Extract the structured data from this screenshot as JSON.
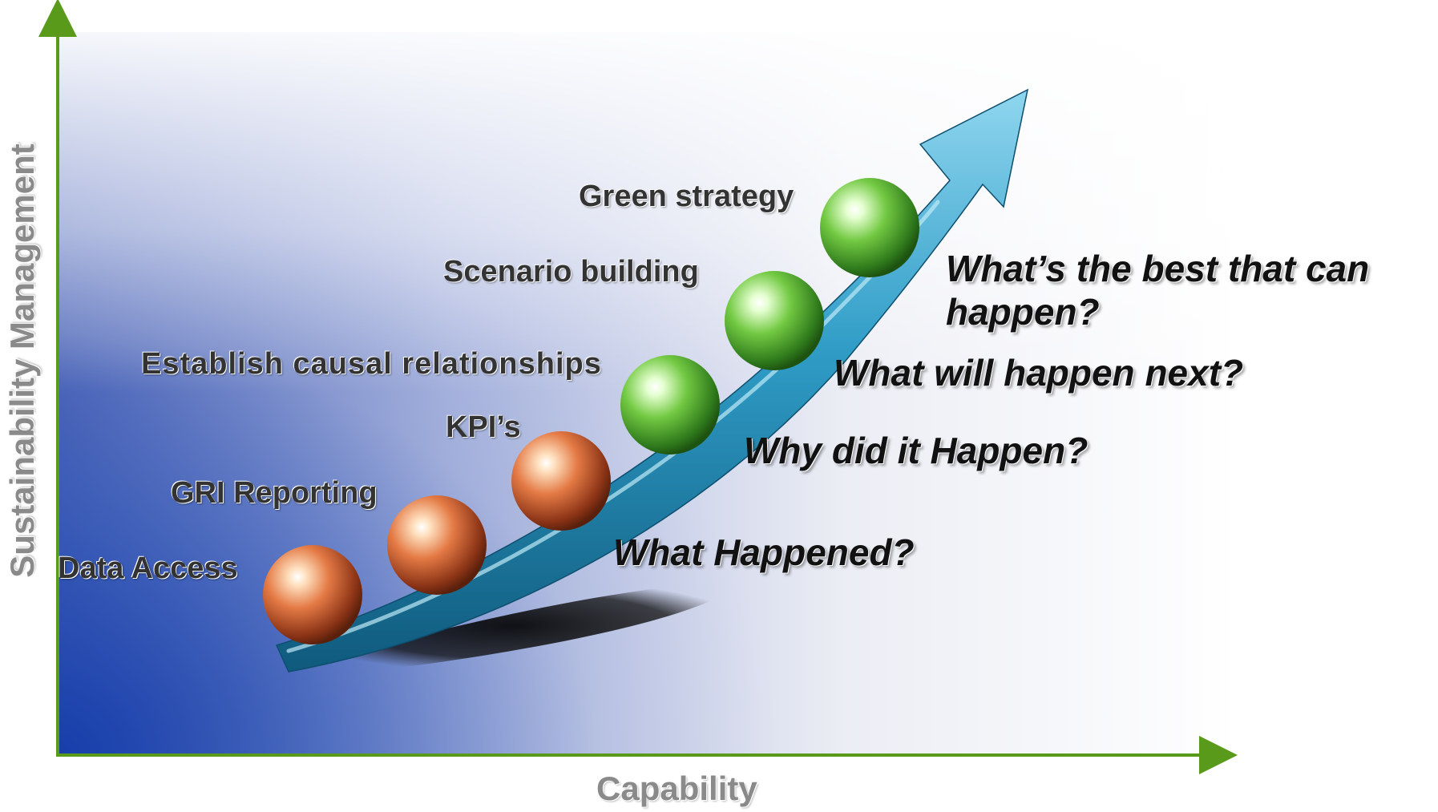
{
  "axes": {
    "x_title": "Capability",
    "y_title": "Sustainability Management",
    "color": "#5a9a1a"
  },
  "stages": [
    {
      "label": "Data Access",
      "color": "orange"
    },
    {
      "label": "GRI Reporting",
      "color": "orange"
    },
    {
      "label": "KPI’s",
      "color": "orange"
    },
    {
      "label": "Establish causal relationships",
      "color": "green"
    },
    {
      "label": "Scenario building",
      "color": "green"
    },
    {
      "label": "Green strategy",
      "color": "green"
    }
  ],
  "questions": [
    {
      "text": "What Happened?"
    },
    {
      "text": "Why did it Happen?"
    },
    {
      "text": "What will happen next?"
    },
    {
      "text": "What’s the best that can happen?",
      "lines": [
        "What’s the best that can",
        "happen?"
      ]
    }
  ],
  "colors": {
    "arrow": "#2a8fb8",
    "arrow_light": "#7ccde8",
    "sphere_orange": "#d9653a",
    "sphere_green": "#5fb83a"
  }
}
